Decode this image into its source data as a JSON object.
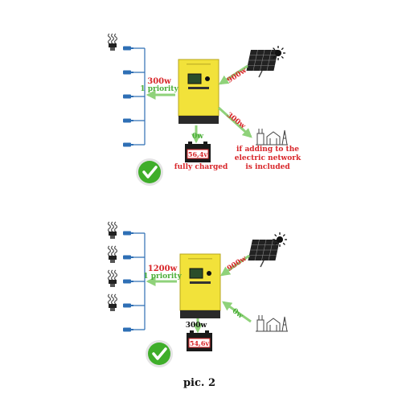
{
  "panel1": {
    "load_power": "300w",
    "load_priority": "1 priority",
    "solar_power": "900w",
    "grid_power": "300w",
    "battery_power": "0w",
    "battery_voltage": "56,4v",
    "battery_status": "fully charged",
    "grid_note": [
      "if adding to the",
      "electric network",
      "is included"
    ]
  },
  "panel2": {
    "load_power": "1200w",
    "load_priority": "1 priority",
    "solar_power": "900w",
    "grid_power": "0w",
    "battery_power": "300w",
    "battery_voltage": "54,6v"
  },
  "caption": "pic. 2",
  "colors": {
    "inverter_body": "#f2e23a",
    "flow_arrow": "#8fd27a",
    "label_green": "#4caf3a",
    "label_red": "#d8262a",
    "wire_blue": "#2e6fb5",
    "check_green": "#3fae2a"
  },
  "icons": {
    "bulb": "cfl-bulb-icon",
    "panel": "solar-panel-icon",
    "sun": "sun-icon",
    "grid": "power-plant-icon",
    "battery": "battery-icon",
    "check": "checkmark-icon",
    "inverter": "inverter-icon"
  }
}
